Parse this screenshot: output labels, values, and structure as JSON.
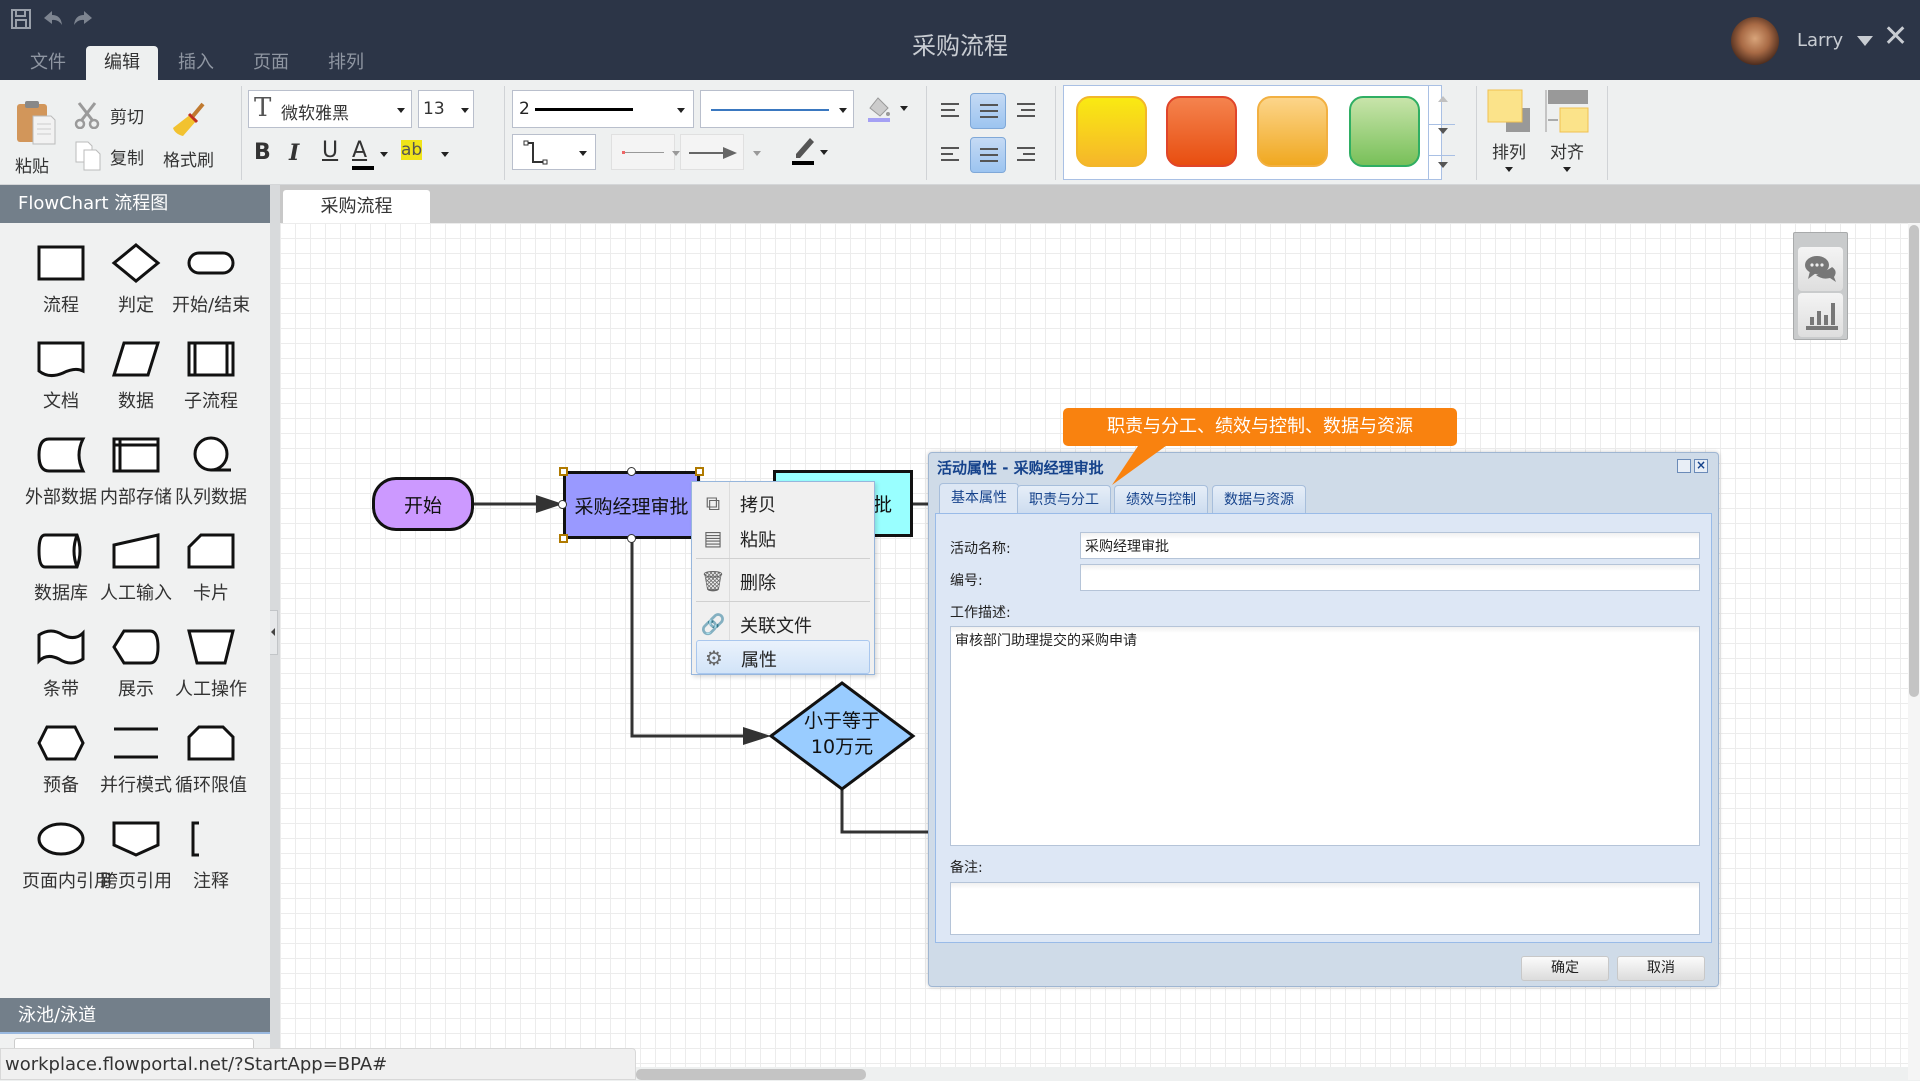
{
  "titlebar": {
    "title": "采购流程",
    "menu_tabs": [
      {
        "label": "文件"
      },
      {
        "label": "编辑",
        "active": true
      },
      {
        "label": "插入"
      },
      {
        "label": "页面"
      },
      {
        "label": "排列"
      }
    ],
    "user": {
      "name": "Larry"
    },
    "icons": [
      "save-icon",
      "undo-icon",
      "redo-icon",
      "close-icon"
    ]
  },
  "toolbar": {
    "paste": "粘贴",
    "cut": "剪切",
    "copy": "复制",
    "format_painter": "格式刷",
    "font_family": "微软雅黑",
    "font_size": "13",
    "bold": "B",
    "italic": "I",
    "underline": "U",
    "font_color": "A",
    "highlight": "ab",
    "line_width": "2",
    "arrange": "排列",
    "align": "对齐",
    "style_swatches": [
      {
        "name": "yellow",
        "top": "#f9ea12",
        "bottom": "#f6b62a",
        "border": "#f2b72a"
      },
      {
        "name": "red",
        "top": "#f4834e",
        "bottom": "#e84e10",
        "border": "#e0452a"
      },
      {
        "name": "orange",
        "top": "#fcd58a",
        "bottom": "#f0a820",
        "border": "#f2b041"
      },
      {
        "name": "green",
        "top": "#c8e4aa",
        "bottom": "#78c059",
        "border": "#2fae63"
      }
    ],
    "fill_color": "#a4a0f4"
  },
  "sidebar": {
    "header": "FlowChart 流程图",
    "shapes": [
      {
        "id": "process",
        "label": "流程"
      },
      {
        "id": "decision",
        "label": "判定"
      },
      {
        "id": "terminator",
        "label": "开始/结束"
      },
      {
        "id": "document",
        "label": "文档"
      },
      {
        "id": "data",
        "label": "数据"
      },
      {
        "id": "subprocess",
        "label": "子流程"
      },
      {
        "id": "external-data",
        "label": "外部数据"
      },
      {
        "id": "internal-storage",
        "label": "内部存储"
      },
      {
        "id": "queue-data",
        "label": "队列数据"
      },
      {
        "id": "database",
        "label": "数据库"
      },
      {
        "id": "manual-input",
        "label": "人工输入"
      },
      {
        "id": "card",
        "label": "卡片"
      },
      {
        "id": "tape",
        "label": "条带"
      },
      {
        "id": "display",
        "label": "展示"
      },
      {
        "id": "manual-operation",
        "label": "人工操作"
      },
      {
        "id": "preparation",
        "label": "预备"
      },
      {
        "id": "parallel",
        "label": "并行模式"
      },
      {
        "id": "loop-limit",
        "label": "循环限值"
      },
      {
        "id": "on-page-ref",
        "label": "页面内引用"
      },
      {
        "id": "off-page-ref",
        "label": "跨页引用"
      },
      {
        "id": "annotation",
        "label": "注释"
      }
    ],
    "footer": "泳池/泳道"
  },
  "document_tab": "采购流程",
  "status_url": "workplace.flowportal.net/?StartApp=BPA#",
  "diagram": {
    "nodes": [
      {
        "id": "start",
        "label": "开始",
        "fill": "#cc99ff"
      },
      {
        "id": "manager-approval",
        "label": "采购经理审批",
        "fill": "#9999ff",
        "selected": true
      },
      {
        "id": "next-approval",
        "label": "批",
        "fill": "#99ffff"
      },
      {
        "id": "condition",
        "label_line1": "小于等于",
        "label_line2": "10万元",
        "fill": "#99ccff"
      }
    ]
  },
  "context_menu": {
    "items": [
      {
        "label": "拷贝",
        "icon": "copy-icon"
      },
      {
        "label": "粘贴",
        "icon": "paste-icon"
      },
      {
        "label": "删除",
        "icon": "trash-icon"
      },
      {
        "label": "关联文件",
        "icon": "link-icon"
      },
      {
        "label": "属性",
        "icon": "gear-icon",
        "highlighted": true
      }
    ]
  },
  "callout": {
    "text": "职责与分工、绩效与控制、数据与资源"
  },
  "dialog": {
    "title": "活动属性 - 采购经理审批",
    "tabs": [
      {
        "label": "基本属性",
        "active": true
      },
      {
        "label": "职责与分工"
      },
      {
        "label": "绩效与控制"
      },
      {
        "label": "数据与资源"
      }
    ],
    "fields": {
      "activity_name_label": "活动名称:",
      "activity_name_value": "采购经理审批",
      "code_label": "编号:",
      "code_value": "",
      "description_label": "工作描述:",
      "description_value": "审核部门助理提交的采购申请",
      "remarks_label": "备注:",
      "remarks_value": ""
    },
    "ok_label": "确定",
    "cancel_label": "取消"
  },
  "side_widget": {
    "icons": [
      "chat-icon",
      "chart-icon"
    ]
  }
}
